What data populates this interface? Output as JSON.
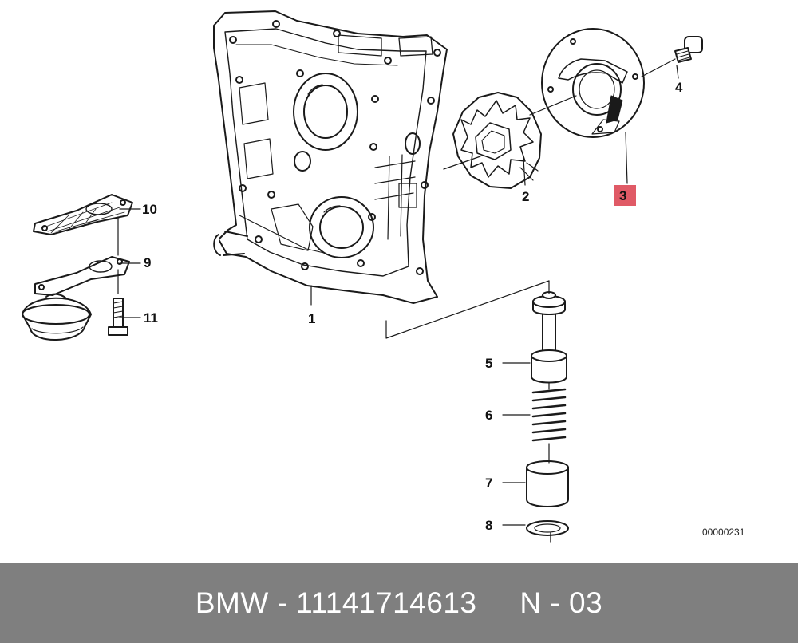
{
  "colors": {
    "line": "#1a1a1a",
    "highlight": "#e05a66",
    "footer_bg": "#7f7f7f",
    "footer_text": "#ffffff"
  },
  "callouts": {
    "p1": "1",
    "p2": "2",
    "p3": "3",
    "p4": "4",
    "p5": "5",
    "p6": "6",
    "p7": "7",
    "p8": "8",
    "p9": "9",
    "p10": "10",
    "p11": "11"
  },
  "highlighted_part": "3",
  "reference_number": "00000231",
  "footer": {
    "text": "BMW - 11141714613     N - 03"
  }
}
